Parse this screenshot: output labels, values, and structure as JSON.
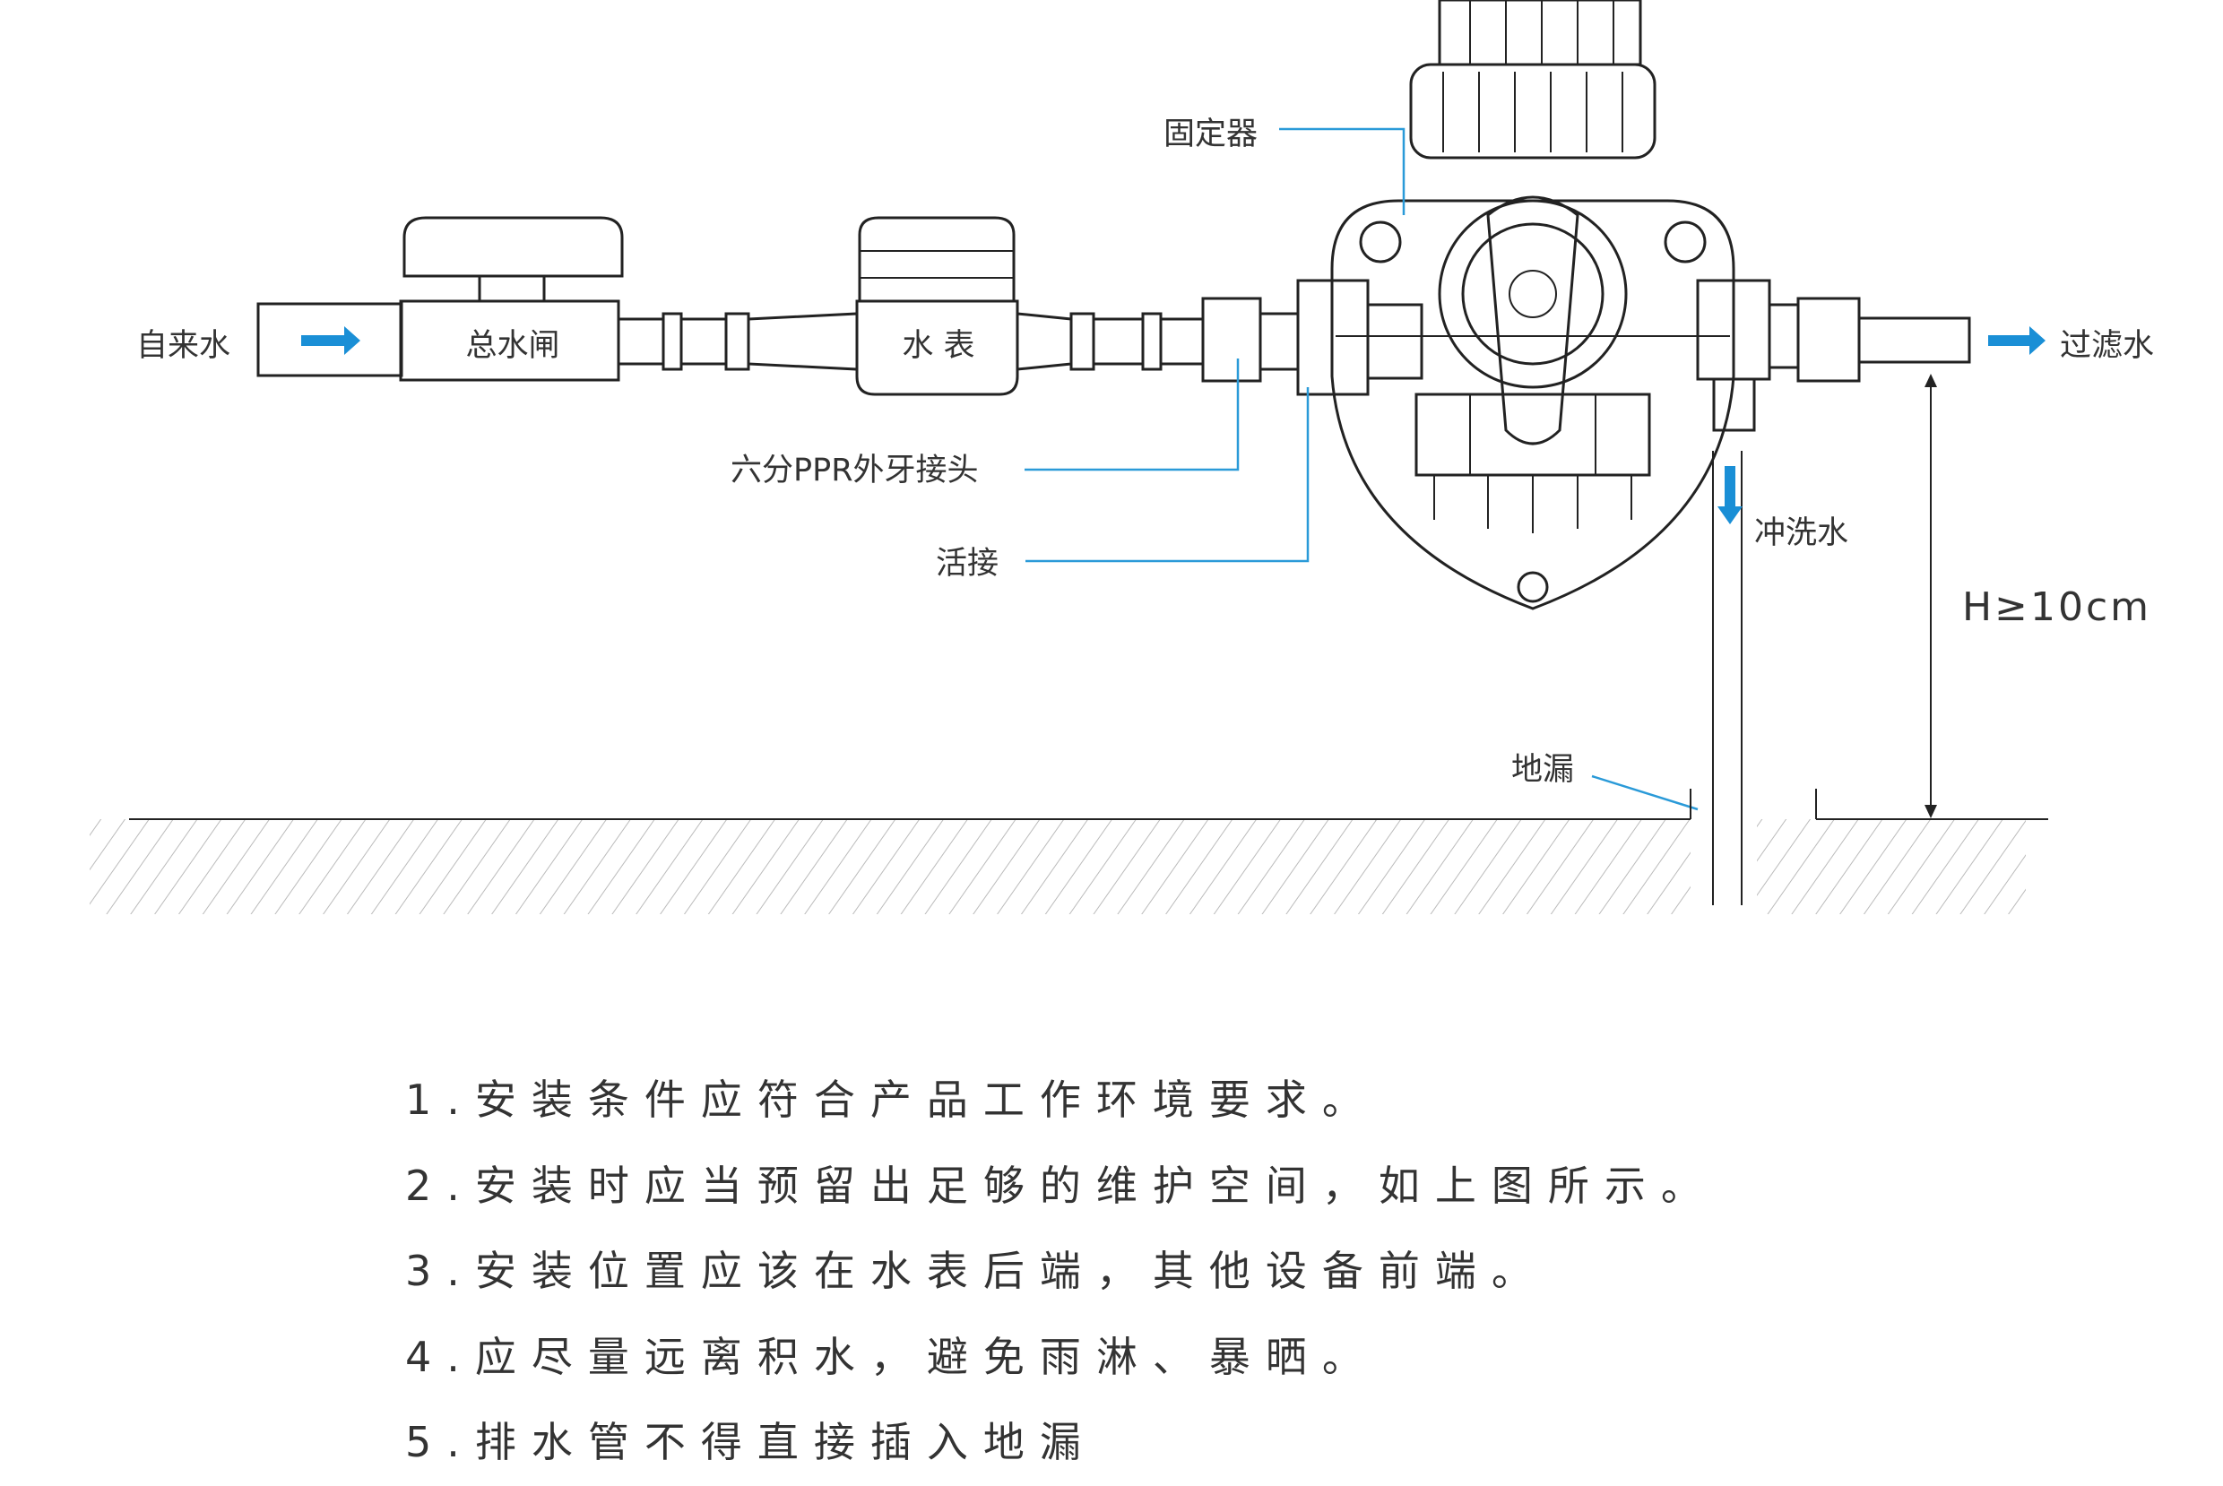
{
  "diagram": {
    "inlet_label": "自来水",
    "main_valve_label": "总水闸",
    "water_meter_label": "水 表",
    "fixer_label": "固定器",
    "ppr_fitting_label": "六分PPR外牙接头",
    "union_label": "活接",
    "outlet_label": "过滤水",
    "flush_label": "冲洗水",
    "height_label": "H≥10cm",
    "floor_drain_label": "地漏",
    "accent_color": "#1a8fd6"
  },
  "notes": [
    "1.安装条件应符合产品工作环境要求。",
    "2.安装时应当预留出足够的维护空间，如上图所示。",
    "3.安装位置应该在水表后端，其他设备前端。",
    "4.应尽量远离积水，避免雨淋、暴晒。",
    "5.排水管不得直接插入地漏"
  ]
}
